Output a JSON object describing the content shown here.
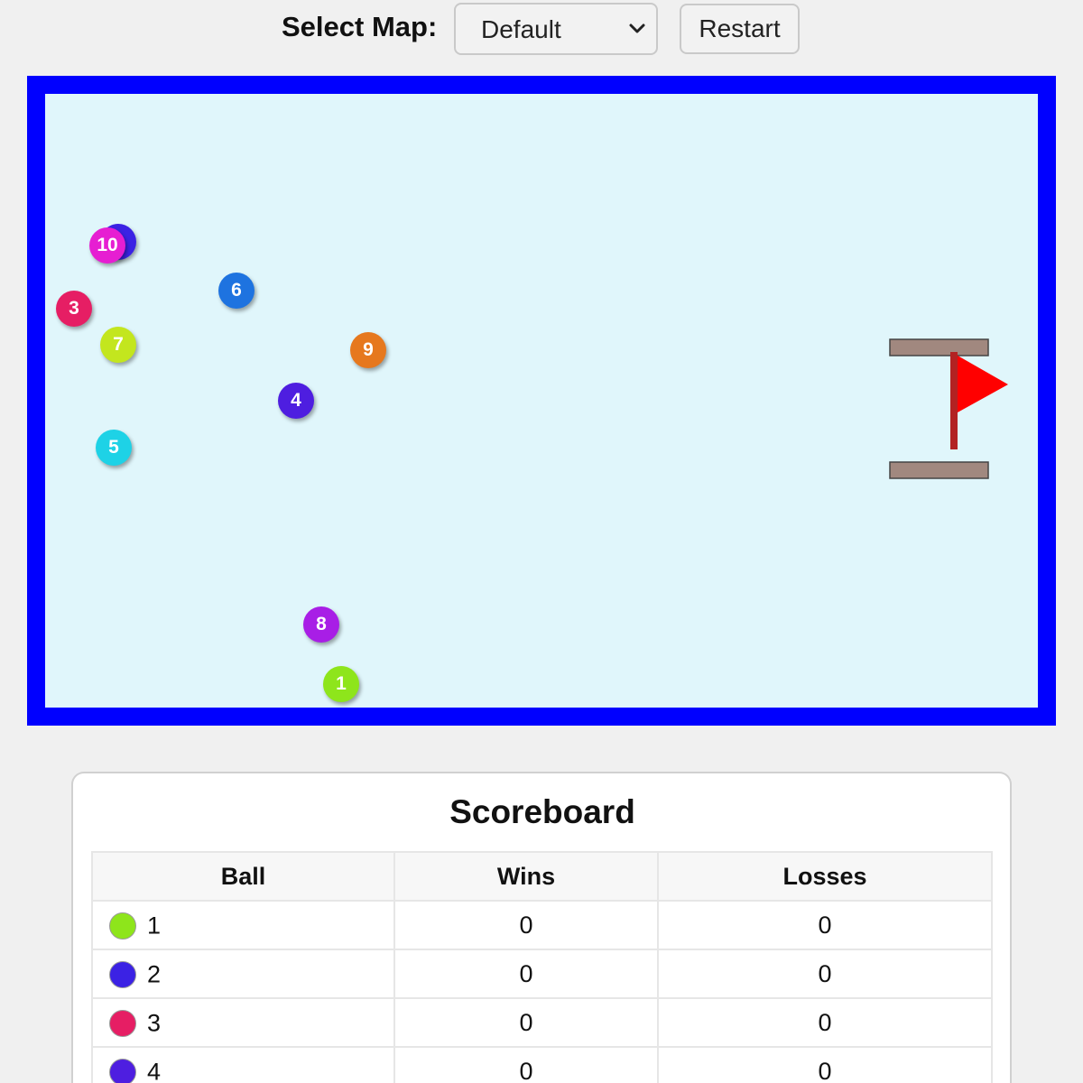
{
  "controls": {
    "select_label": "Select Map:",
    "map_selected": "Default",
    "restart_label": "Restart"
  },
  "arena": {
    "border_color": "#0000ff",
    "field_color": "#e0f6fb",
    "flag_color": "#ff0000",
    "pole_color": "#b22222",
    "bar_color": "#a1887f"
  },
  "balls": [
    {
      "label": "1",
      "color": "#8ee51b"
    },
    {
      "label": "2",
      "color": "#3b22e4"
    },
    {
      "label": "3",
      "color": "#e61e64"
    },
    {
      "label": "4",
      "color": "#4e1ee0"
    },
    {
      "label": "5",
      "color": "#1ed2e6"
    },
    {
      "label": "6",
      "color": "#1e73e0"
    },
    {
      "label": "7",
      "color": "#c3e61e"
    },
    {
      "label": "8",
      "color": "#a81ee6"
    },
    {
      "label": "9",
      "color": "#e6781e"
    },
    {
      "label": "10",
      "color": "#e61ed2"
    }
  ],
  "scoreboard": {
    "title": "Scoreboard",
    "columns": [
      "Ball",
      "Wins",
      "Losses"
    ],
    "rows": [
      {
        "ball": "1",
        "color": "#8ee51b",
        "wins": "0",
        "losses": "0"
      },
      {
        "ball": "2",
        "color": "#3b22e4",
        "wins": "0",
        "losses": "0"
      },
      {
        "ball": "3",
        "color": "#e61e64",
        "wins": "0",
        "losses": "0"
      },
      {
        "ball": "4",
        "color": "#4e1ee0",
        "wins": "0",
        "losses": "0"
      }
    ]
  }
}
